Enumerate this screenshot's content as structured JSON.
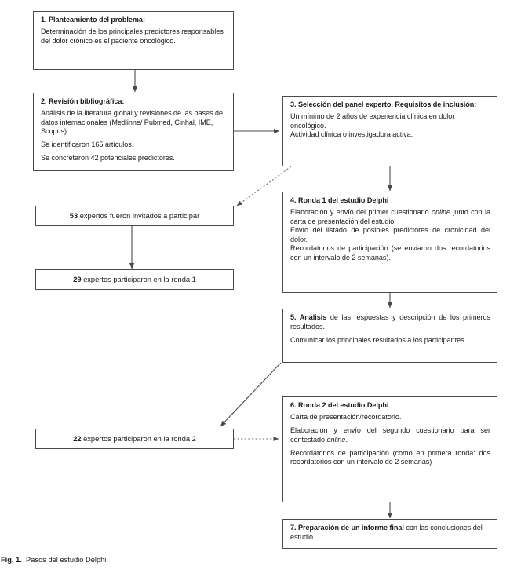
{
  "figure": {
    "caption_label": "Fig. 1.",
    "caption_text": "Pasos del estudio Delphi.",
    "line_color": "#4a4a4a",
    "background": "#ffffff"
  },
  "boxes": {
    "step1": {
      "heading": "1. Planteamiento del problema:",
      "body": "Determinación de los principales predictores responsables del dolor crónico es el paciente oncológico."
    },
    "step2": {
      "heading": "2. Revisión bibliográfica:",
      "body1": "Análisis de la literatura global y revisiones de las bases de datos internacionales (Medlinne/ Pubmed, Cinhal, IME, Scopus).",
      "body2": "Se identificaron 165 artículos.",
      "body3": "Se concretaron 42 potenciales predictores."
    },
    "step3": {
      "heading": "3. Selección del panel experto. Requisitos de inclusión:",
      "body1": "Un mínimo de 2 años de experiencia clínica en dolor oncológico.",
      "body2": "Actividad clínica o investigadora activa."
    },
    "step4": {
      "heading": "4. Ronda 1 del estudio Delphi",
      "body1_a": "Elaboración y envío del primer cuestionario ",
      "body1_i": "online",
      "body1_b": " junto con la carta de presentación del estudio.",
      "body2": "Envío del listado de posibles predictores de cronicidad del dolor.",
      "body3": "Recordatorios de participación (se enviaron dos recordatorios con un intervalo de 2 semanas)."
    },
    "step5": {
      "heading_num": "5.",
      "heading_word": " Análisis",
      "body1": " de las respuestas y descripción de los primeros resultados.",
      "body2": "Comunicar los principales resultados a los participantes."
    },
    "step6": {
      "heading": "6. Ronda 2 del estudio Delphi",
      "body1": "Carta de presentación/recordatorio.",
      "body2_a": "Elaboración y envío del segundo cuestionario para ser contestado ",
      "body2_i": "online",
      "body2_b": ".",
      "body3": "Recordatorios de participación (como en primera ronda: dos recordatorios con un intervalo de 2 semanas)"
    },
    "step7": {
      "heading": "7. Preparación de un informe final",
      "body": " con las conclusiones del estudio."
    }
  },
  "counts": {
    "invited": {
      "number": "53",
      "label": " expertos fueron invitados a participar"
    },
    "round1": {
      "number": "29",
      "label": " expertos participaron en la ronda 1"
    },
    "round2": {
      "number": "22",
      "label": " expertos participaron en la ronda 2"
    }
  }
}
